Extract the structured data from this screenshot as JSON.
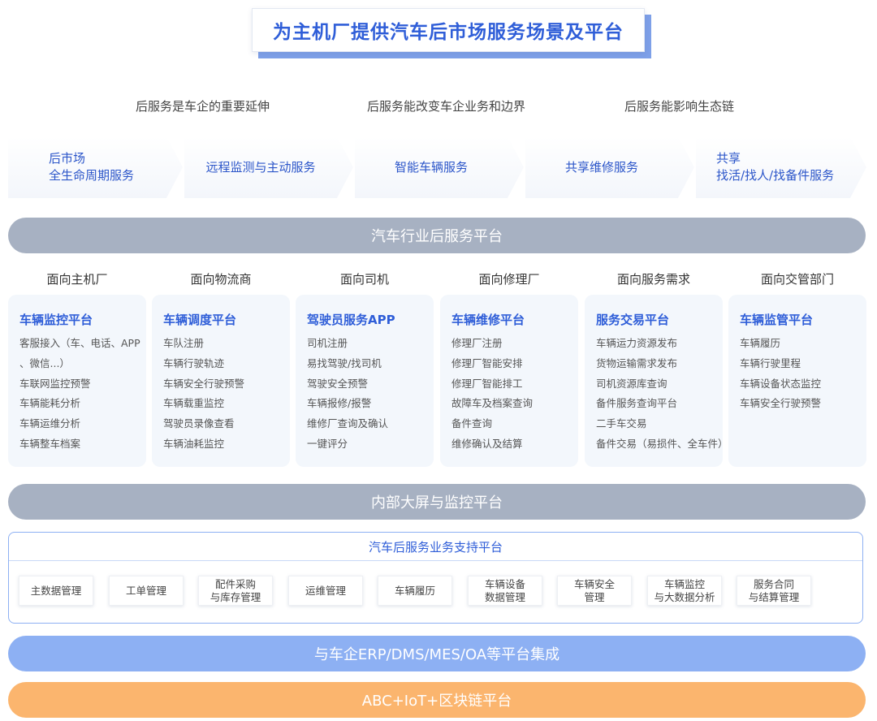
{
  "title": "为主机厂提供汽车后市场服务场景及平台",
  "statements": [
    "后服务是车企的重要延伸",
    "后服务能改变车企业务和边界",
    "后服务能影响生态链"
  ],
  "services": [
    {
      "line1": "后市场",
      "line2": "全生命周期服务"
    },
    {
      "line1": "远程监测与主动服务",
      "line2": ""
    },
    {
      "line1": "智能车辆服务",
      "line2": ""
    },
    {
      "line1": "共享维修服务",
      "line2": ""
    },
    {
      "line1": "共享",
      "line2": "找活/找人/找备件服务"
    }
  ],
  "platform_bar": "汽车行业后服务平台",
  "audiences": [
    {
      "heading": "面向主机厂",
      "title": "车辆监控平台",
      "items": [
        "客服接入（车、电话、APP",
        "、微信...）",
        "车联网监控预警",
        "车辆能耗分析",
        "车辆运维分析",
        "车辆整车档案"
      ]
    },
    {
      "heading": "面向物流商",
      "title": "车辆调度平台",
      "items": [
        "车队注册",
        "车辆行驶轨迹",
        "车辆安全行驶预警",
        "车辆载重监控",
        "驾驶员录像查看",
        "车辆油耗监控"
      ]
    },
    {
      "heading": "面向司机",
      "title": "驾驶员服务APP",
      "items": [
        "司机注册",
        "易找驾驶/找司机",
        "驾驶安全预警",
        "车辆报修/报警",
        "维修厂查询及确认",
        "一键评分"
      ]
    },
    {
      "heading": "面向修理厂",
      "title": "车辆维修平台",
      "items": [
        "修理厂注册",
        "修理厂智能安排",
        "修理厂智能排工",
        "故障车及档案查询",
        "备件查询",
        "维修确认及结算"
      ]
    },
    {
      "heading": "面向服务需求",
      "title": "服务交易平台",
      "items": [
        "车辆运力资源发布",
        "货物运输需求发布",
        "司机资源库查询",
        "备件服务查询平台",
        "二手车交易",
        "备件交易（易损件、全车件）"
      ]
    },
    {
      "heading": "面向交管部门",
      "title": "车辆监管平台",
      "items": [
        "车辆履历",
        "车辆行驶里程",
        "车辆设备状态监控",
        "车辆安全行驶预警"
      ]
    }
  ],
  "monitor_bar": "内部大屏与监控平台",
  "support": {
    "title": "汽车后服务业务支持平台",
    "modules": [
      {
        "line1": "主数据管理",
        "line2": ""
      },
      {
        "line1": "工单管理",
        "line2": ""
      },
      {
        "line1": "配件采购",
        "line2": "与库存管理"
      },
      {
        "line1": "运维管理",
        "line2": ""
      },
      {
        "line1": "车辆履历",
        "line2": ""
      },
      {
        "line1": "车辆设备",
        "line2": "数据管理"
      },
      {
        "line1": "车辆安全",
        "line2": "管理"
      },
      {
        "line1": "车辆监控",
        "line2": "与大数据分析"
      },
      {
        "line1": "服务合同",
        "line2": "与结算管理"
      }
    ]
  },
  "integration_bar": "与车企ERP/DMS/MES/OA等平台集成",
  "base_bar": "ABC+IoT+区块链平台",
  "colors": {
    "accent": "#2f5ed8",
    "grey_bar": "#a7b1c2",
    "blue_bar": "#8db0f3",
    "orange_bar": "#fbb56e",
    "card_bg": "#f3f7fc"
  }
}
